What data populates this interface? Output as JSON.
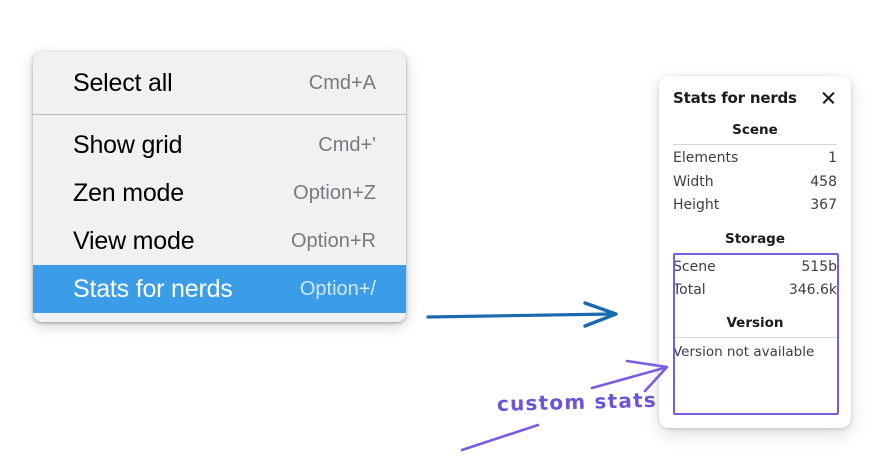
{
  "menu": {
    "groups": [
      {
        "items": [
          {
            "label": "Select all",
            "shortcut": "Cmd+A",
            "selected": false
          }
        ]
      },
      {
        "items": [
          {
            "label": "Show grid",
            "shortcut": "Cmd+'",
            "selected": false
          },
          {
            "label": "Zen mode",
            "shortcut": "Option+Z",
            "selected": false
          },
          {
            "label": "View mode",
            "shortcut": "Option+R",
            "selected": false
          },
          {
            "label": "Stats for nerds",
            "shortcut": "Option+/",
            "selected": true
          }
        ]
      }
    ],
    "highlight_color": "#3b9ce8",
    "background_color": "#f0f1f3"
  },
  "stats_panel": {
    "title": "Stats for nerds",
    "close_icon": "close-icon",
    "sections": [
      {
        "heading": "Scene",
        "rows": [
          {
            "label": "Elements",
            "value": "1"
          },
          {
            "label": "Width",
            "value": "458"
          },
          {
            "label": "Height",
            "value": "367"
          }
        ]
      },
      {
        "heading": "Storage",
        "rows": [
          {
            "label": "Scene",
            "value": "515b"
          },
          {
            "label": "Total",
            "value": "346.6k"
          }
        ]
      },
      {
        "heading": "Version",
        "note": "Version not available"
      }
    ],
    "highlight_border_color": "#7b5ce0"
  },
  "annotations": {
    "handwritten_label": "custom stats",
    "handwriting_color": "#6a55d6",
    "blue_arrow_color": "#1b6ab0",
    "purple_arrow_color": "#7b5ce0"
  }
}
